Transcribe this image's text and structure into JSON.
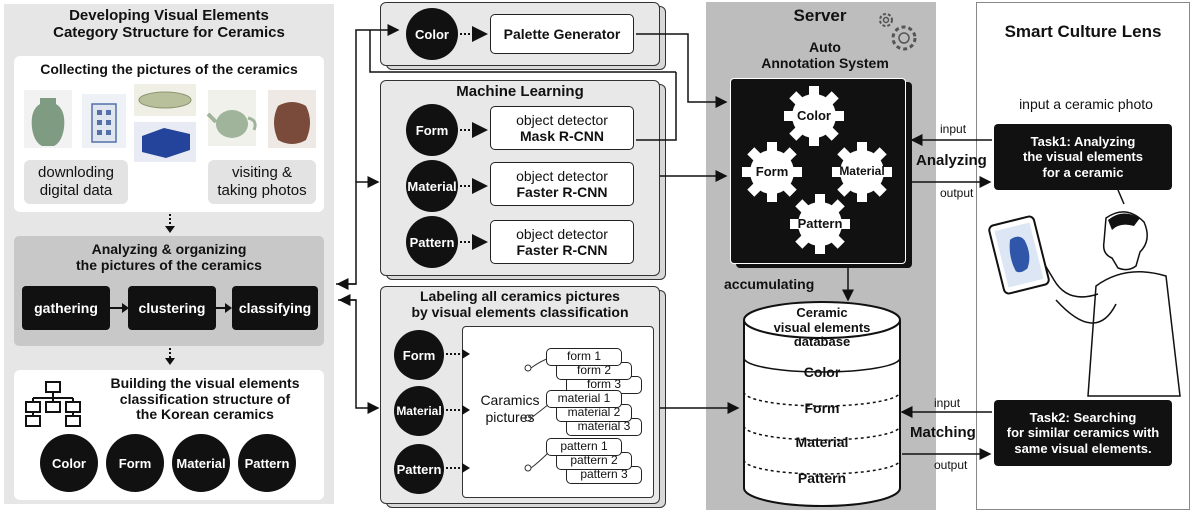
{
  "left": {
    "title_line1": "Developing Visual Elements",
    "title_line2": "Category Structure for Ceramics",
    "collect_title": "Collecting the pictures of the ceramics",
    "download_line1": "downloding",
    "download_line2": "digital data",
    "visit_line1": "visiting &",
    "visit_line2": "taking photos",
    "analyze_line1": "Analyzing & organizing",
    "analyze_line2": "the pictures of the ceramics",
    "steps": [
      "gathering",
      "clustering",
      "classifying"
    ],
    "build_line1": "Building the visual elements",
    "build_line2": "classification structure of",
    "build_line3": "the Korean ceramics",
    "categories": [
      "Color",
      "Form",
      "Material",
      "Pattern"
    ]
  },
  "middle": {
    "color_circle": "Color",
    "palette": "Palette Generator",
    "ml_title": "Machine Learning",
    "ml_rows": [
      {
        "circle": "Form",
        "line1": "object detector",
        "line2": "Mask R-CNN"
      },
      {
        "circle": "Material",
        "line1": "object detector",
        "line2": "Faster R-CNN"
      },
      {
        "circle": "Pattern",
        "line1": "object detector",
        "line2": "Faster R-CNN"
      }
    ],
    "label_title_line1": "Labeling all ceramics pictures",
    "label_title_line2": "by visual elements classification",
    "label_circles": [
      "Form",
      "Material",
      "Pattern"
    ],
    "pictures_line1": "Caramics",
    "pictures_line2": "pictures",
    "tags": {
      "form": [
        "form 1",
        "form 2",
        "form 3"
      ],
      "material": [
        "material 1",
        "material 2",
        "material 3"
      ],
      "pattern": [
        "pattern 1",
        "pattern 2",
        "pattern 3"
      ]
    }
  },
  "server": {
    "title": "Server",
    "auto_line1": "Auto",
    "auto_line2": "Annotation System",
    "gears": [
      "Color",
      "Form",
      "Material",
      "Pattern"
    ],
    "accumulating": "accumulating",
    "db_line1": "Ceramic",
    "db_line2": "visual elements",
    "db_line3": "database",
    "db_rows": [
      "Color",
      "Form",
      "Material",
      "Pattern"
    ]
  },
  "links": {
    "input1": "input",
    "analyzing": "Analyzing",
    "output1": "output",
    "input2": "input",
    "matching": "Matching",
    "output2": "output"
  },
  "lens": {
    "title": "Smart Culture Lens",
    "input_photo": "input a ceramic photo",
    "task1_line1": "Task1: Analyzing",
    "task1_line2": "the visual elements",
    "task1_line3": "for a ceramic",
    "task2_line1": "Task2: Searching",
    "task2_line2": "for similar ceramics with",
    "task2_line3": "same visual elements."
  }
}
